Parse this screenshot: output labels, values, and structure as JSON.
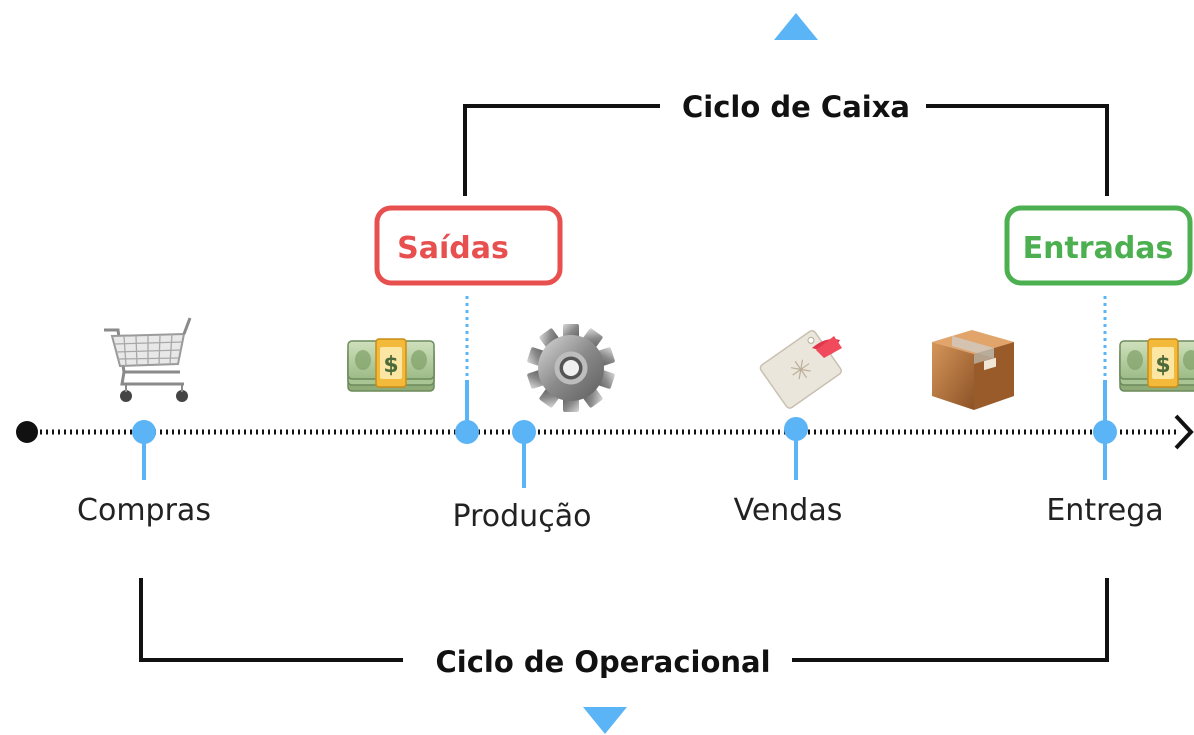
{
  "cycles": {
    "cash": {
      "label": "Ciclo de Caixa"
    },
    "operational": {
      "label": "Ciclo de Operacional"
    }
  },
  "boxes": {
    "outflows": {
      "label": "Saídas",
      "color": "#E84F4F"
    },
    "inflows": {
      "label": "Entradas",
      "color": "#4CAF50"
    }
  },
  "stages": [
    {
      "label": "Compras",
      "icon": "shopping-cart-icon"
    },
    {
      "label": "Produção",
      "icon": "gear-icon"
    },
    {
      "label": "Vendas",
      "icon": "price-tag-icon"
    },
    {
      "label": "Entrega",
      "icon": "package-box-icon"
    }
  ],
  "money_icon": "money-bills-icon",
  "colors": {
    "marker": "#5AB4F5",
    "line": "#111111",
    "arrow": "#5AB4F5"
  }
}
